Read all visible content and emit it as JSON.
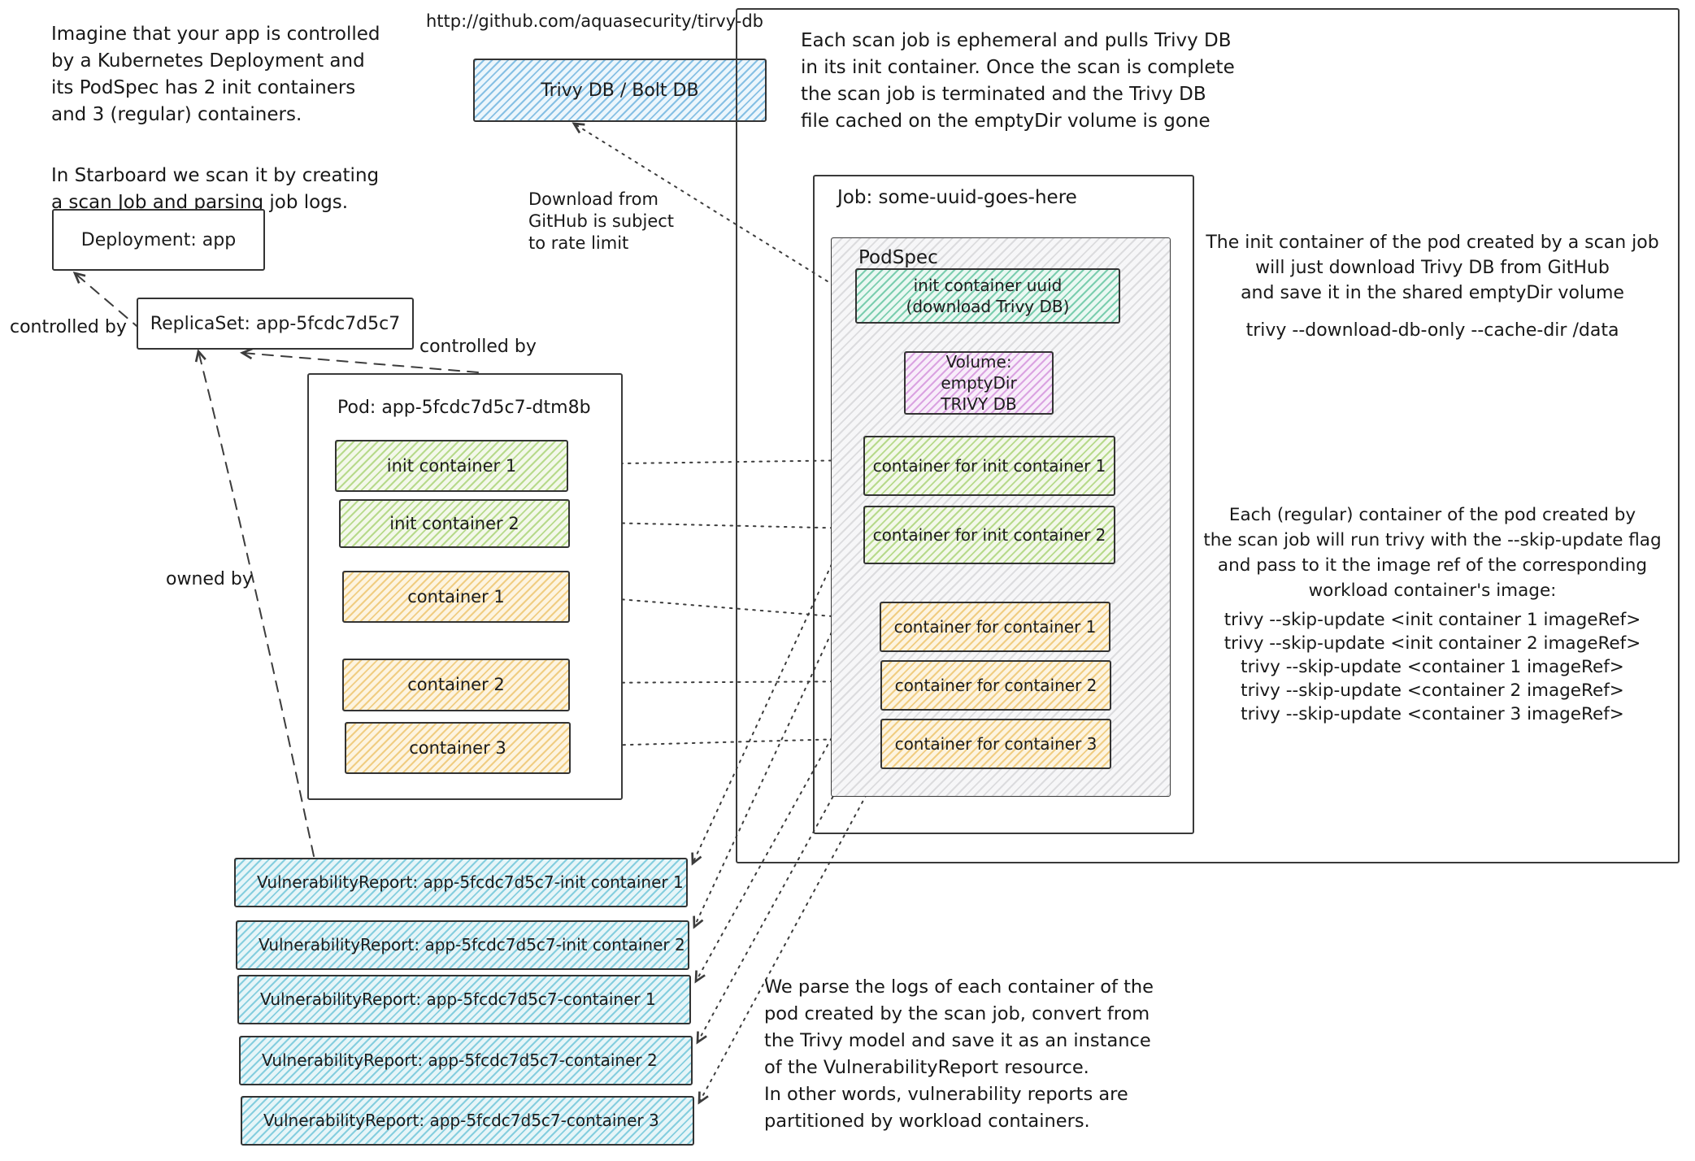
{
  "notes": {
    "intro1": "Imagine that your app is controlled\nby a Kubernetes Deployment and\nits PodSpec has 2 init containers\nand 3 (regular) containers.",
    "intro2": "In Starboard we scan it by creating\na scan Job and parsing job logs.",
    "download": "Download from\nGitHub is subject\nto rate limit",
    "ephemeral": "Each scan job is ephemeral and pulls Trivy DB\nin its init container. Once the scan is complete\nthe scan job is terminated and the Trivy DB\nfile cached on the emptyDir volume is gone",
    "init_container": "The init container of the pod created by a scan job\nwill just download Trivy DB from GitHub\nand save it in the shared emptyDir volume",
    "init_cmd": "trivy --download-db-only --cache-dir /data",
    "regular_container": "Each (regular) container of the pod created by\nthe scan job will run trivy with the --skip-update flag\nand pass to it the image ref of the corresponding\nworkload container's image:",
    "parse": "We parse the logs of each container of the\npod created by the scan job, convert from\nthe Trivy model and save it as an instance\nof the VulnerabilityReport resource.\nIn other words, vulnerability reports are\npartitioned by workload containers."
  },
  "github": {
    "url": "http://github.com/aquasecurity/tirvy-db",
    "db_box": "Trivy DB / Bolt DB"
  },
  "labels": {
    "controlled_by_deployment": "controlled by",
    "controlled_by_replicaset": "controlled by",
    "owned_by": "owned by"
  },
  "deployment": {
    "label": "Deployment: app"
  },
  "replicaset": {
    "label": "ReplicaSet: app-5fcdc7d5c7"
  },
  "pod": {
    "label": "Pod: app-5fcdc7d5c7-dtm8b",
    "containers": [
      "init container 1",
      "init container 2",
      "container 1",
      "container 2",
      "container 3"
    ]
  },
  "job": {
    "label": "Job: some-uuid-goes-here",
    "podspec_label": "PodSpec",
    "init_uuid": "init container uuid\n(download Trivy DB)",
    "volume": "Volume: emptyDir\nTRIVY DB",
    "containers": [
      "container for init container 1",
      "container for init container 2",
      "container for container 1",
      "container for container 2",
      "container for container 3"
    ]
  },
  "commands": [
    "trivy --skip-update <init container 1 imageRef>",
    "trivy --skip-update <init container 2 imageRef>",
    "trivy --skip-update <container 1 imageRef>",
    "trivy --skip-update <container 2 imageRef>",
    "trivy --skip-update <container 3 imageRef>"
  ],
  "reports": [
    "VulnerabilityReport: app-5fcdc7d5c7-init container 1",
    "VulnerabilityReport: app-5fcdc7d5c7-init container 2",
    "VulnerabilityReport: app-5fcdc7d5c7-container 1",
    "VulnerabilityReport: app-5fcdc7d5c7-container 2",
    "VulnerabilityReport: app-5fcdc7d5c7-container 3"
  ],
  "colors": {
    "trivy_db_blue": "#74b7e0",
    "init_uuid_teal": "#5fc39e",
    "volume_purple": "#d08ad8",
    "init_green": "#a3cf6b",
    "container_orange": "#edc36a",
    "podspec_gray": "#c9c9cd",
    "report_cyan": "#6cc4d8",
    "line_stroke": "#3c3c3c"
  }
}
